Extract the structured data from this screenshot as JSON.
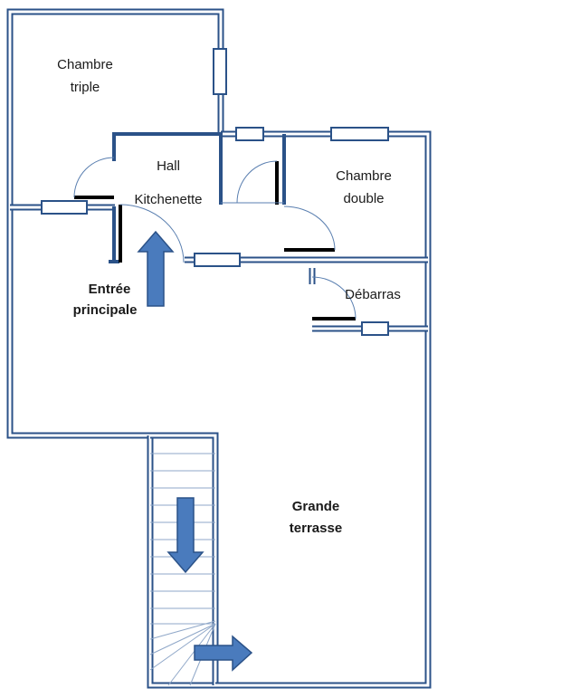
{
  "rooms": {
    "chambre_triple": [
      "Chambre",
      "triple"
    ],
    "hall": "Hall",
    "kitchenette": "Kitchenette",
    "chambre_double": [
      "Chambre",
      "double"
    ],
    "debarras": "Débarras",
    "entree": [
      "Entrée",
      "principale"
    ],
    "terrasse": [
      "Grande",
      "terrasse"
    ]
  },
  "colors": {
    "wall": "#2b5288",
    "arrow": "#4a7bbd",
    "door": "#000000"
  },
  "icons": [
    "up-arrow",
    "down-arrow",
    "right-arrow"
  ]
}
